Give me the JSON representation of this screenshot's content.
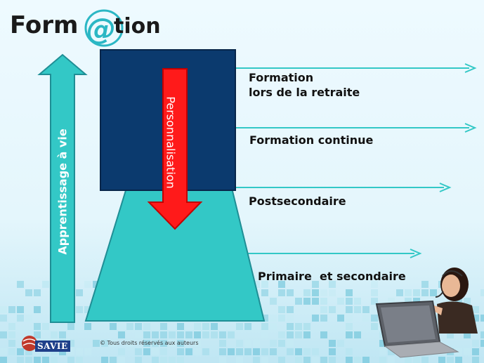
{
  "title": {
    "prefix": "Form",
    "at": "@",
    "suffix": "tion"
  },
  "diagram": {
    "left_arrow_label": "Apprentissage à vie",
    "down_arrow_label": "Personnalisation",
    "levels": [
      {
        "line1": "Formation",
        "line2": "lors de la retraite"
      },
      {
        "line1": "Formation continue"
      },
      {
        "line1": "Postsecondaire"
      },
      {
        "line1": "Primaire  et secondaire"
      }
    ],
    "colors": {
      "teal": "#33c8c6",
      "navy": "#0b3a6e",
      "red": "#ff1a1a"
    }
  },
  "footer": {
    "logo_text": "SAVIE",
    "copyright": "© Tous droits réservés aux auteurs"
  }
}
